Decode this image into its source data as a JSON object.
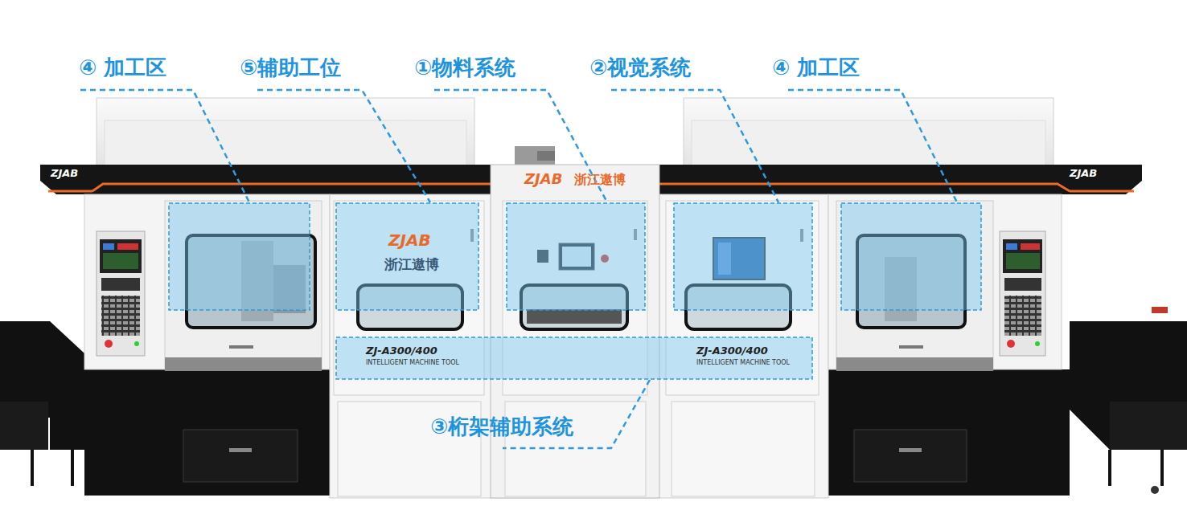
{
  "diagram": {
    "labels": [
      "④ 加工区",
      "⑤辅助工位",
      "①物料系统",
      "②视觉系统",
      "④ 加工区",
      "③桁架辅助系统",
      "ZJAB",
      "ZJAB",
      "ZJAB",
      "浙江遨博",
      "ZJAB",
      "浙江遨博",
      "ZJ-A300/400",
      "INTELLIGENT MACHINE TOOL",
      "ZJ-A300/400",
      "INTELLIGENT MACHINE TOOL"
    ]
  }
}
